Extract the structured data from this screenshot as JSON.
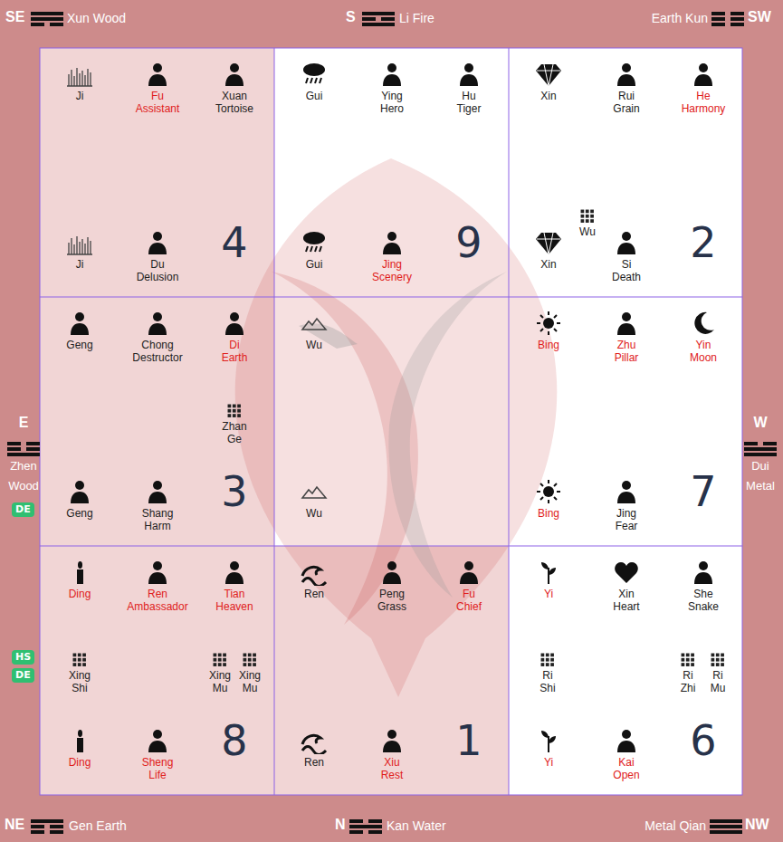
{
  "diagram": {
    "nodes": [
      {
        "text": [
          "Ji",
          "Fu Assistant",
          "Xuan Tortoise",
          "Ji",
          "Du Delusion",
          "4"
        ]
      },
      {
        "text": [
          "Gui",
          "Ying Hero",
          "Hu Tiger",
          "Gui",
          "Jing Scenery",
          "9"
        ]
      },
      {
        "text": [
          "Xin",
          "Rui Grain",
          "He Harmony",
          "Wu",
          "Xin",
          "Si Death",
          "2"
        ]
      },
      {
        "text": [
          "Geng",
          "Chong Destructor",
          "Di Earth",
          "Zhan Ge",
          "Geng",
          "Shang Harm",
          "3"
        ]
      },
      {
        "text": [
          "Wu",
          "Wu"
        ]
      },
      {
        "text": [
          "Bing",
          "Zhu Pillar",
          "Yin Moon",
          "Bing",
          "Jing Fear",
          "7"
        ]
      },
      {
        "text": [
          "Ding",
          "Ren Ambassador",
          "Tian Heaven",
          "Xing Shi",
          "Xing Mu",
          "Xing Mu",
          "Ding",
          "Sheng Life",
          "8"
        ]
      },
      {
        "text": [
          "Ren",
          "Peng Grass",
          "Fu Chief",
          "Ren",
          "Xiu Rest",
          "1"
        ]
      },
      {
        "text": [
          "Yi",
          "Xin Heart",
          "She Snake",
          "Ri Shi",
          "Ri Zhi",
          "Ri Mu",
          "Yi",
          "Kai Open",
          "6"
        ]
      },
      {
        "text": [
          "DE"
        ]
      },
      {
        "text": [
          "HS"
        ]
      },
      {
        "text": [
          "DE"
        ]
      }
    ],
    "labels": [
      "SE",
      "Xun Wood",
      "S",
      "Li Fire",
      "Earth Kun",
      "SW",
      "E",
      "Zhen",
      "Wood",
      "W",
      "Dui",
      "Metal",
      "NE",
      "Gen Earth",
      "N",
      "Kan Water",
      "Metal Qian",
      "NW"
    ]
  }
}
